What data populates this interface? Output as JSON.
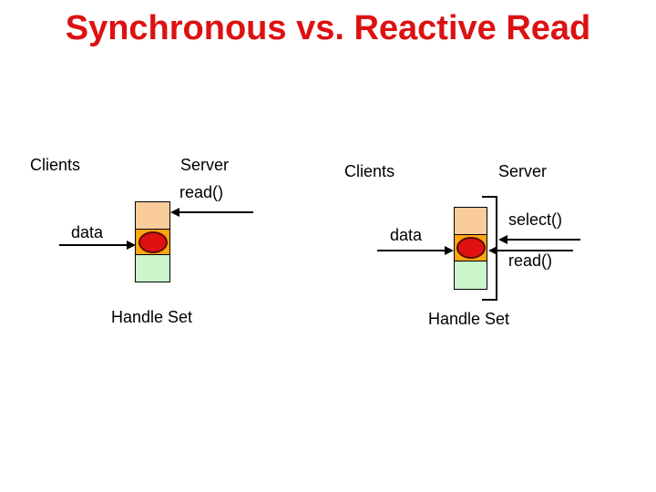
{
  "title": "Synchronous vs. Reactive Read",
  "colors": {
    "title_red": "#dd1111",
    "box_peach": "#fbcc9b",
    "box_orange": "#ffa50f",
    "box_green": "#ccf5cc",
    "ellipse_red": "#e01111"
  },
  "left": {
    "clients_label": "Clients",
    "server_label": "Server",
    "read_label": "read()",
    "data_label": "data",
    "handle_set_label": "Handle Set"
  },
  "right": {
    "clients_label": "Clients",
    "server_label": "Server",
    "select_label": "select()",
    "read_label": "read()",
    "data_label": "data",
    "handle_set_label": "Handle Set"
  }
}
